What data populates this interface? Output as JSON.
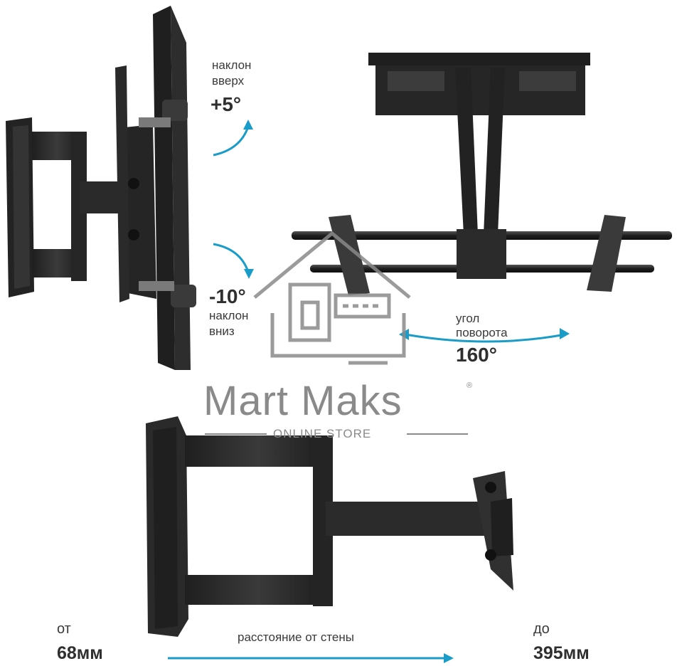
{
  "tilt_up": {
    "line1": "наклон",
    "line2": "вверх",
    "value": "+5°"
  },
  "tilt_down": {
    "value": "-10°",
    "line1": "наклон",
    "line2": "вниз"
  },
  "rotation": {
    "line1": "угол",
    "line2": "поворота",
    "value": "160°"
  },
  "distance": {
    "from_label": "от",
    "from_value": "68мм",
    "caption": "расстояние от стены",
    "to_label": "до",
    "to_value": "395мм"
  },
  "watermark": {
    "name": "Mart Maks",
    "registered": "®",
    "subtitle": "ONLINE STORE"
  },
  "colors": {
    "accent_arrow": "#1a9cc8",
    "metal": "#2b2b2b",
    "watermark": "#8a8a8a"
  }
}
